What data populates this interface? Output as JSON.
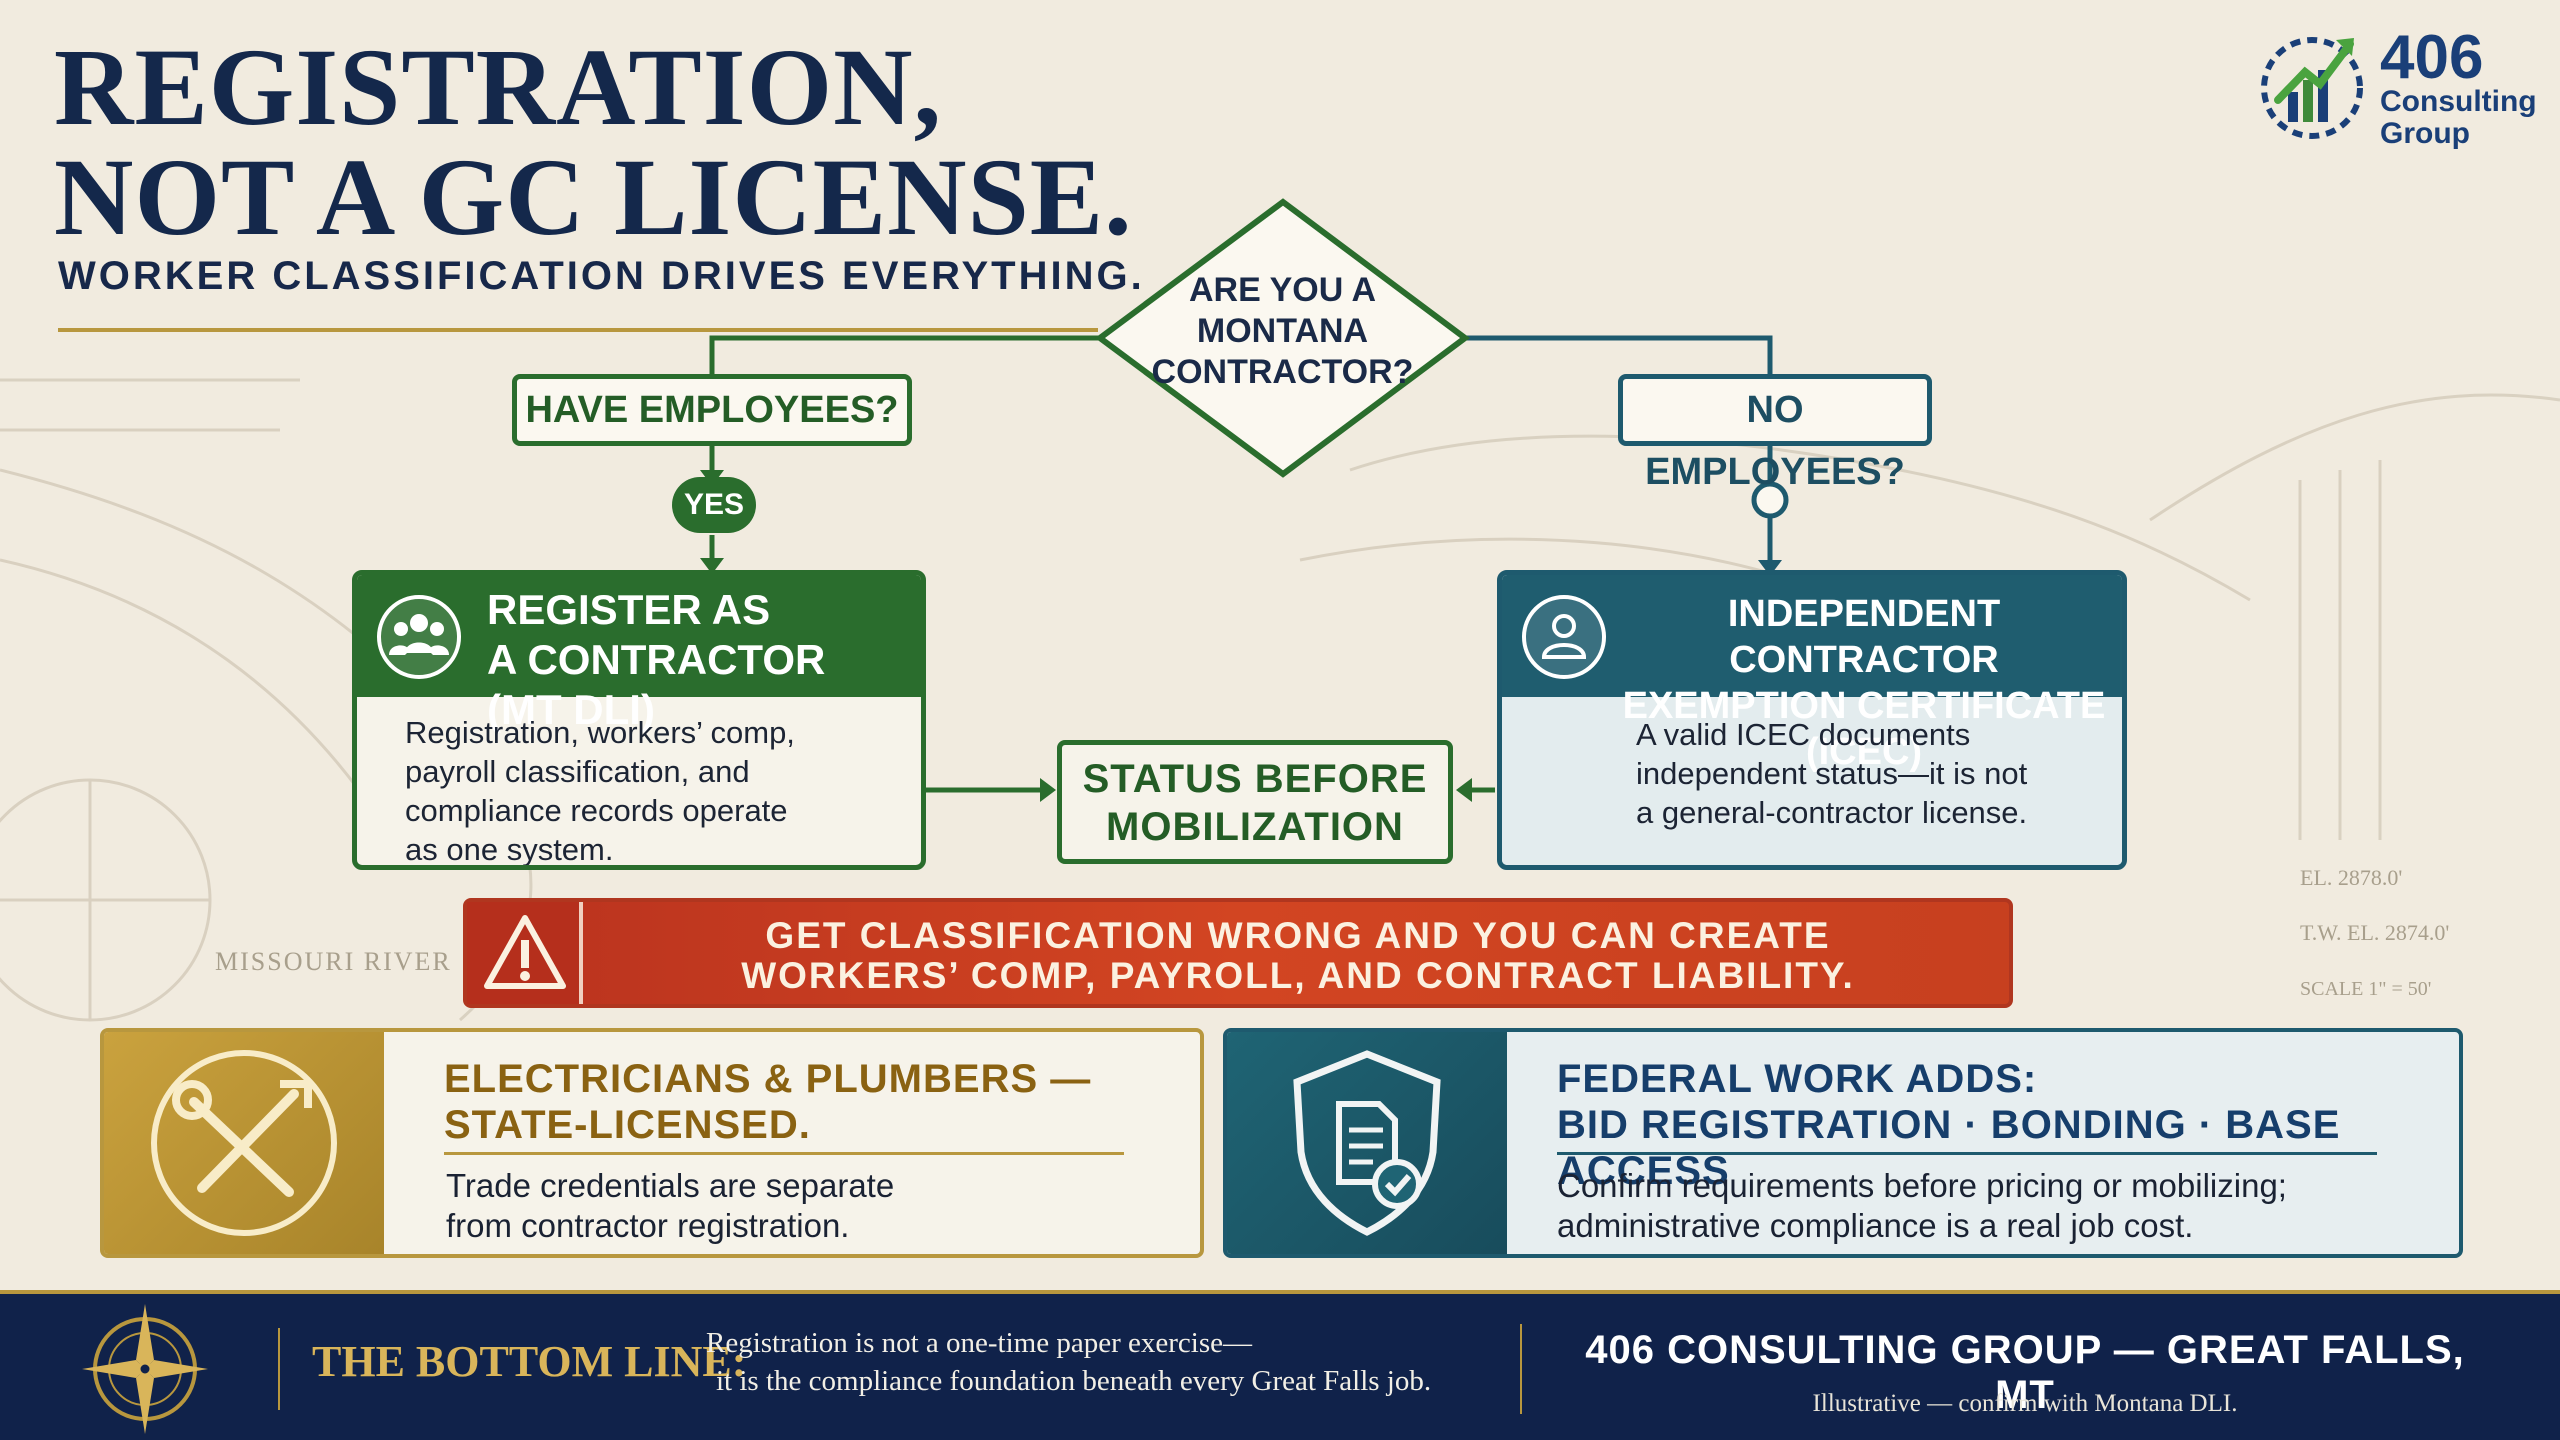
{
  "header": {
    "title_line1": "REGISTRATION,",
    "title_line2": "NOT A GC LICENSE.",
    "subtitle": "WORKER CLASSIFICATION DRIVES EVERYTHING."
  },
  "logo": {
    "number": "406",
    "line1": "Consulting",
    "line2": "Group"
  },
  "background_labels": {
    "river": "MISSOURI RIVER",
    "el1": "EL. 2878.0'",
    "el2": "T.W. EL. 2874.0'",
    "scale": "SCALE 1\" = 50'"
  },
  "flow": {
    "decision_line1": "ARE YOU A",
    "decision_line2": "MONTANA",
    "decision_line3": "CONTRACTOR?",
    "left_question": "HAVE EMPLOYEES?",
    "right_question": "NO EMPLOYEES?",
    "yes_label": "YES",
    "left_card": {
      "title_line1": "REGISTER AS",
      "title_line2": "A CONTRACTOR (MT DLI)",
      "body_line1": "Registration, workers’ comp,",
      "body_line2": "payroll classification, and",
      "body_line3": "compliance records operate",
      "body_line4": "as one system."
    },
    "right_card": {
      "title_line1": "INDEPENDENT CONTRACTOR",
      "title_line2": "EXEMPTION CERTIFICATE (ICEC)",
      "body_line1": "A valid ICEC documents",
      "body_line2": "independent status—it is not",
      "body_line3": "a general-contractor license."
    },
    "status_line1": "STATUS BEFORE",
    "status_line2": "MOBILIZATION"
  },
  "warning": {
    "line1": "GET CLASSIFICATION WRONG AND YOU CAN CREATE",
    "line2": "WORKERS’ COMP, PAYROLL, AND CONTRACT LIABILITY."
  },
  "trades_card": {
    "title_line1": "ELECTRICIANS & PLUMBERS —",
    "title_line2": "STATE-LICENSED.",
    "body_line1": "Trade credentials are separate",
    "body_line2": "from contractor registration."
  },
  "federal_card": {
    "title_line1": "FEDERAL WORK ADDS:",
    "title_line2": "BID REGISTRATION · BONDING · BASE ACCESS",
    "body_line1": "Confirm requirements before pricing or mobilizing;",
    "body_line2": "administrative compliance is a real job cost."
  },
  "footer": {
    "bottom_line_label": "THE BOTTOM LINE:",
    "bottom_line_text1": "Registration is not a one-time paper exercise—",
    "bottom_line_text2": "it is the compliance foundation beneath every Great Falls job.",
    "brand": "406 CONSULTING GROUP — GREAT FALLS, MT",
    "note": "Illustrative — confirm with Montana DLI."
  },
  "colors": {
    "navy": "#14284b",
    "green": "#2a6d2d",
    "teal": "#1e5a6e",
    "gold": "#b8973e",
    "warning_red": "#c73d20",
    "background": "#f1ebdf"
  },
  "icons": [
    "group-icon",
    "person-icon",
    "warning-icon",
    "wrench-icon",
    "shield-document-icon",
    "compass-icon",
    "growth-chart-logo-icon"
  ]
}
